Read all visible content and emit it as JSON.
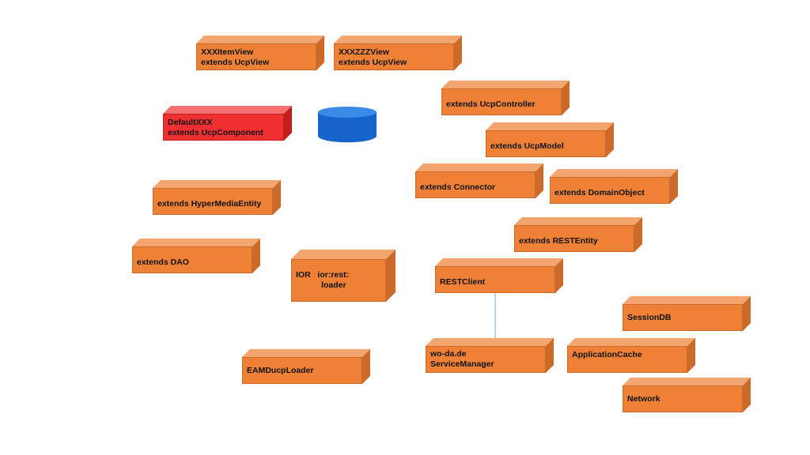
{
  "boxes": {
    "itemview": [
      "XXXItemView",
      "extends UcpView"
    ],
    "zzzview": [
      "XXXZZZView",
      "extends UcpView"
    ],
    "ucpcontroller": [
      "extends UcpController"
    ],
    "defaultxxx": [
      "DefaultXXX",
      "extends UcpComponent"
    ],
    "ucpmodel": [
      "extends UcpModel"
    ],
    "connector": [
      "extends Connector"
    ],
    "domainobject": [
      "extends DomainObject"
    ],
    "hypermedia": [
      "extends HyperMediaEntity"
    ],
    "restentity": [
      "extends RESTEntity"
    ],
    "dao": [
      "extends DAO"
    ],
    "ior": [
      "IOR   ior:rest:",
      "           loader"
    ],
    "restclient": [
      "RESTClient"
    ],
    "sessiondb": [
      "SessionDB"
    ],
    "servicemanager": [
      "wo-da.de",
      "ServiceManager"
    ],
    "appcache": [
      "ApplicationCache"
    ],
    "eamducploader": [
      "EAMDucpLoader"
    ],
    "network": [
      "Network"
    ]
  },
  "colors": {
    "component": "#ee8136",
    "highlight": "#f03030",
    "database": "#1b6fd8",
    "connector_line": "#7ab0e0"
  },
  "icons": {
    "database": "database-cylinder-icon"
  }
}
